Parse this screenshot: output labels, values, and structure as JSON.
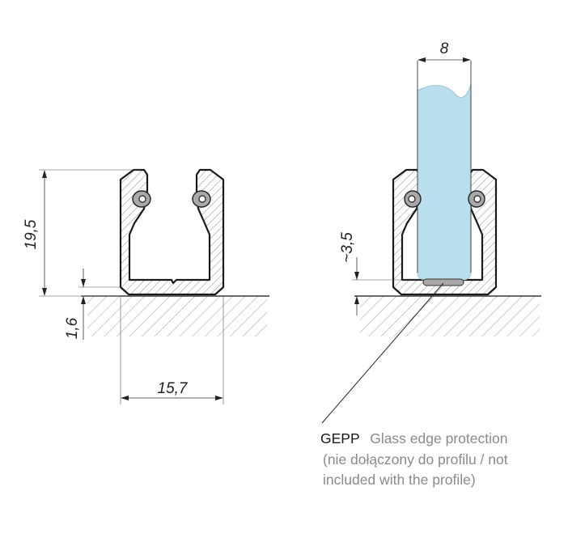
{
  "dimensions": {
    "height": "19,5",
    "base": "1,6",
    "width": "15,7",
    "glass": "8",
    "depth": "~3,5"
  },
  "note": {
    "code": "GEPP",
    "title": "Glass edge protection",
    "line2": "(nie dołączony do profilu / not",
    "line3": "included with the profile)"
  },
  "colors": {
    "glass": "#b9dfec",
    "gasket": "#a8a8a8",
    "outline": "#1a1a1a"
  }
}
